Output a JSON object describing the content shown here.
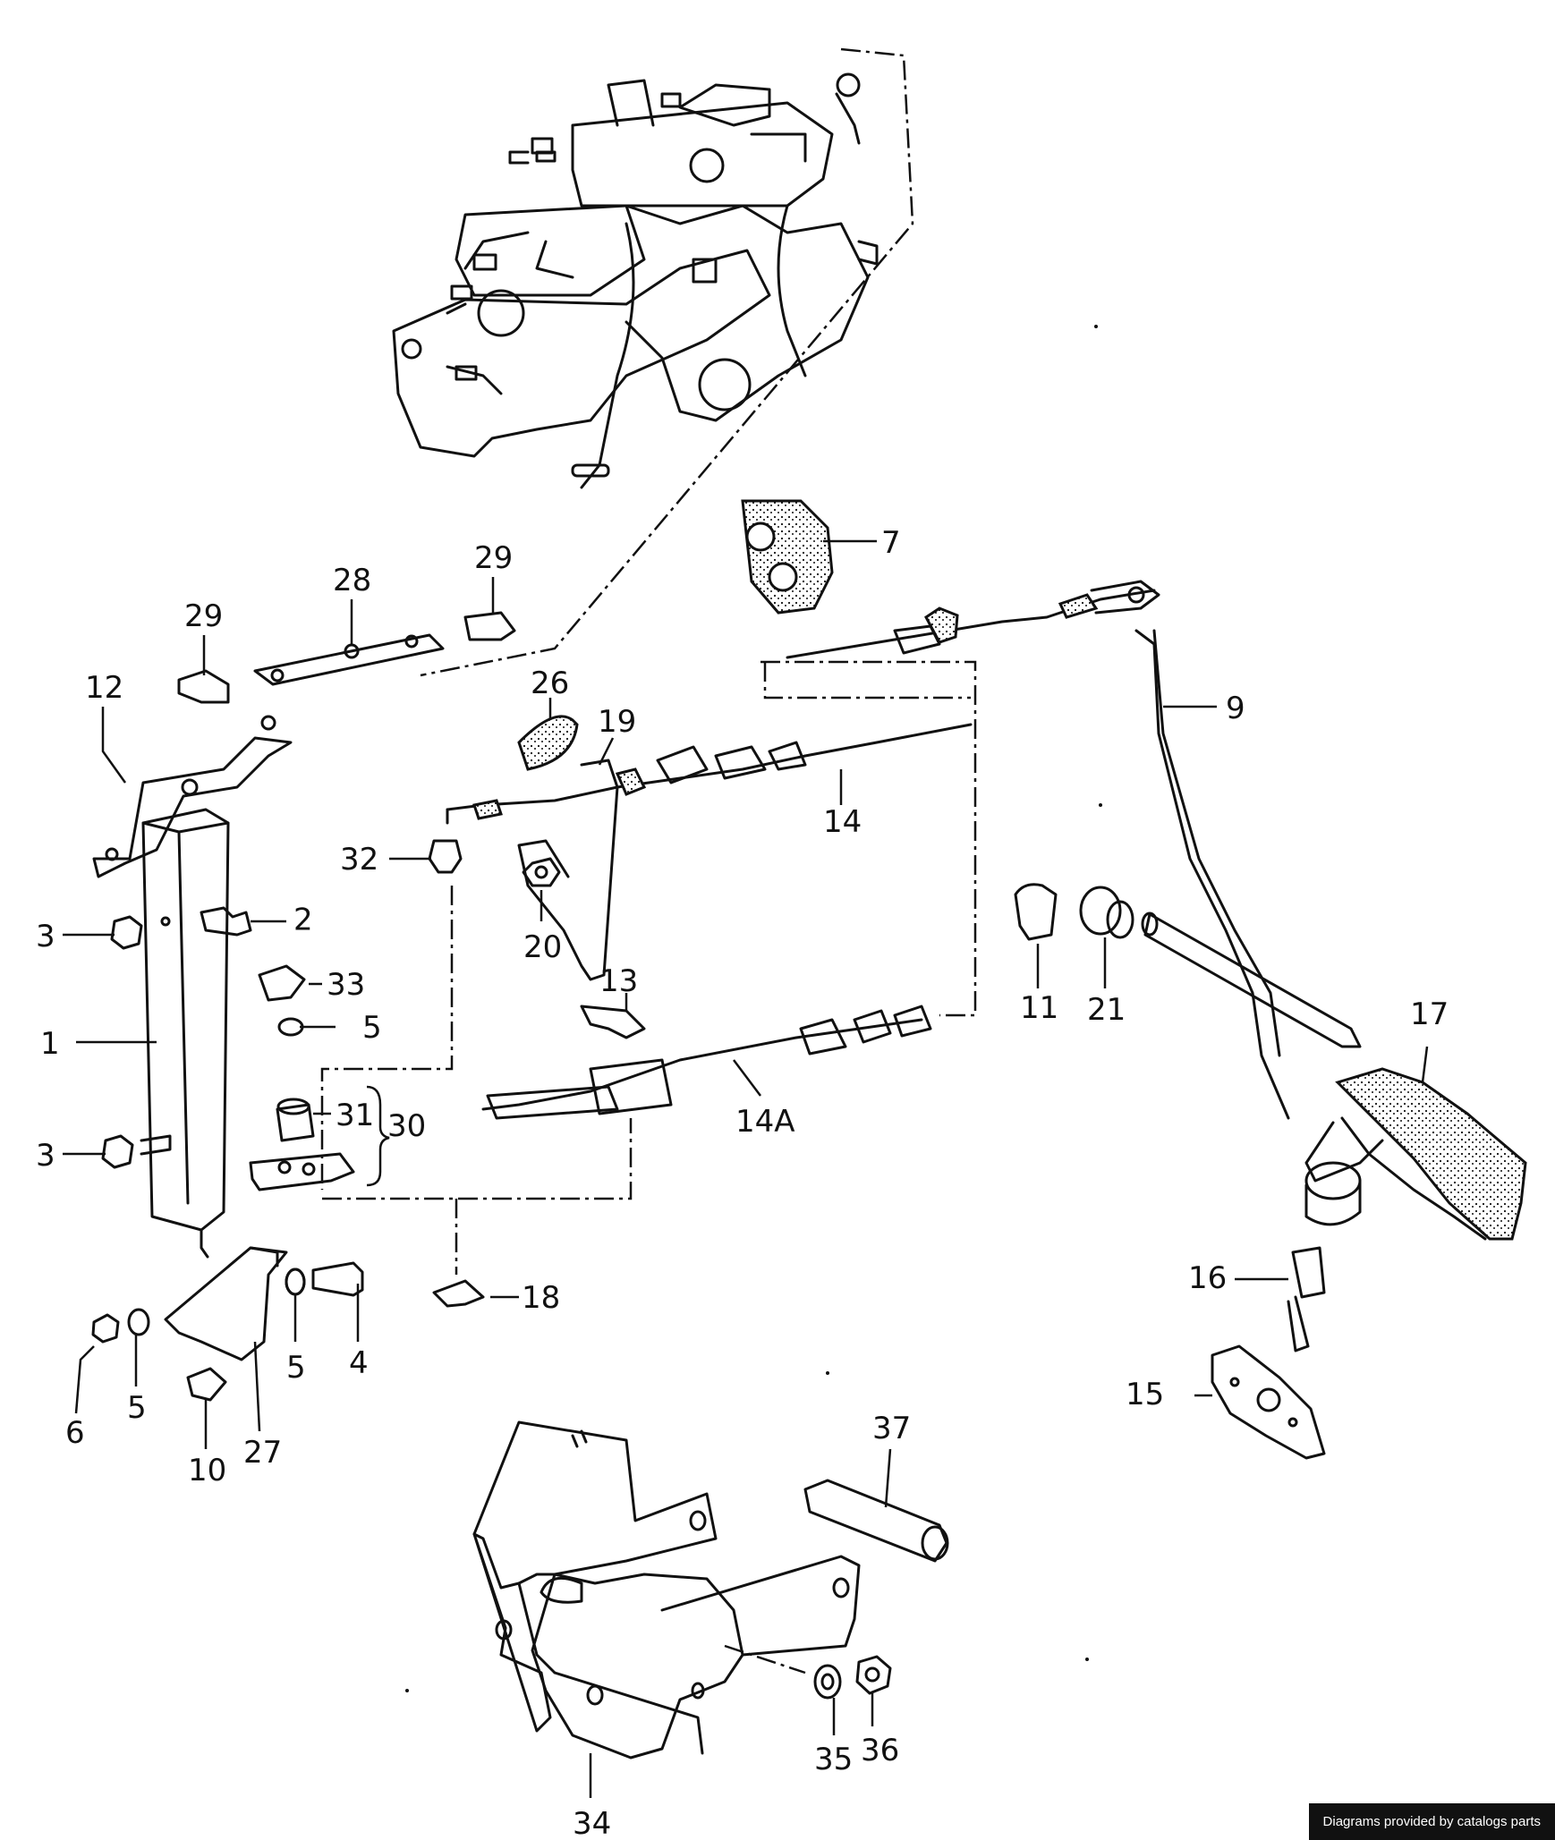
{
  "labels": {
    "l1": "1",
    "l2": "2",
    "l3a": "3",
    "l3b": "3",
    "l4": "4",
    "l5a": "5",
    "l5b": "5",
    "l5c": "5",
    "l6": "6",
    "l7": "7",
    "l9": "9",
    "l10": "10",
    "l11": "11",
    "l12": "12",
    "l13": "13",
    "l14": "14",
    "l14a": "14A",
    "l15": "15",
    "l16": "16",
    "l17": "17",
    "l18": "18",
    "l19": "19",
    "l20": "20",
    "l21": "21",
    "l26": "26",
    "l27": "27",
    "l28": "28",
    "l29a": "29",
    "l29b": "29",
    "l30": "30",
    "l31": "31",
    "l32": "32",
    "l33": "33",
    "l34": "34",
    "l35": "35",
    "l36": "36",
    "l37": "37"
  },
  "credit": "Diagrams provided by catalogs parts"
}
